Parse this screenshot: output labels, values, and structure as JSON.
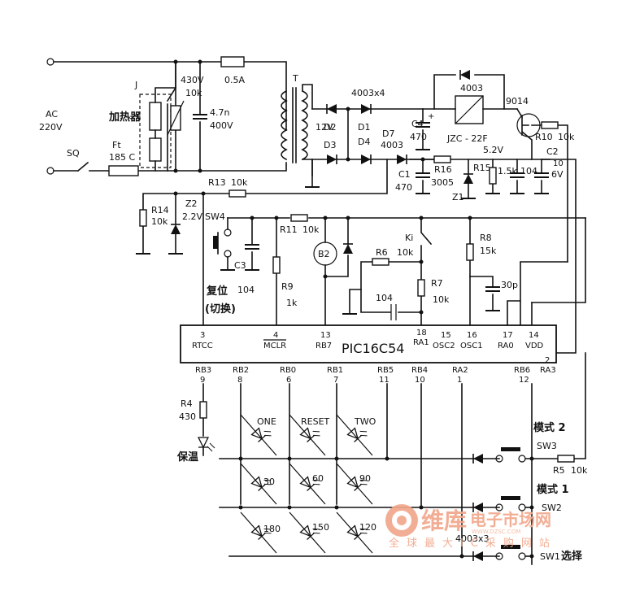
{
  "ic": {
    "name": "PIC16C54"
  },
  "pins": [
    {
      "num": "3",
      "name": "RTCC"
    },
    {
      "num": "4",
      "name": "MCLR"
    },
    {
      "num": "13",
      "name": "RB7"
    },
    {
      "num": "18",
      "name": "RA1"
    },
    {
      "num": "15",
      "name": "OSC2"
    },
    {
      "num": "16",
      "name": "OSC1"
    },
    {
      "num": "17",
      "name": "RA0"
    },
    {
      "num": "14",
      "name": "VDD"
    },
    {
      "num": "2",
      "name": "RA3"
    },
    {
      "num": "9",
      "name": "RB3"
    },
    {
      "num": "8",
      "name": "RB2"
    },
    {
      "num": "6",
      "name": "RB0"
    },
    {
      "num": "7",
      "name": "RB1"
    },
    {
      "num": "11",
      "name": "RB5"
    },
    {
      "num": "10",
      "name": "RB4"
    },
    {
      "num": "1",
      "name": "RA2"
    },
    {
      "num": "12",
      "name": "RB6"
    }
  ],
  "power": {
    "ac": "AC",
    "voltage": "220V",
    "switch": "SQ",
    "fuse_thermal": "Ft",
    "fuse_thermal_temp": "185 C",
    "fuse": "0.5A",
    "relay_contact": "J",
    "heater": "加热器",
    "varistor_v": "430V",
    "varistor_r": "10k",
    "cap_x": "4.7n",
    "cap_x_v": "400V",
    "transformer": "T",
    "secondary": "12V",
    "bridge_part": "4003x4",
    "d1": "D1",
    "d2": "D2",
    "d3": "D3",
    "d4": "D4",
    "d7": "D7",
    "d7_part": "4003",
    "c4": "C4",
    "c4_val": "470",
    "c1": "C1",
    "c1_val": "470",
    "relay": "JZC - 22F",
    "relay_diode": "4003",
    "transistor": "9014",
    "r10": "R10",
    "r10_val": "10k",
    "c2": "C2",
    "c2_val": "10",
    "c2_v": "6V",
    "r16": "R16",
    "r16_val": "3005",
    "r15": "R15",
    "supply": "5.2V",
    "z1": "Z1",
    "r15_val": "1.5k",
    "cap_104": "104",
    "r13": "R13",
    "r13_val": "10k",
    "r14": "R14",
    "r14_val": "10k",
    "z2": "Z2",
    "z2_val": "2.2V"
  },
  "control": {
    "sw4": "SW4",
    "r11": "R11",
    "r11_val": "10k",
    "buzzer": "B2",
    "c3": "C3",
    "c3_val": "104",
    "r9": "R9",
    "r9_val": "1k",
    "reset_label": "复位",
    "switch_label": "(切换)",
    "relay_contact": "Ki",
    "r6": "R6",
    "r6_val": "10k",
    "r7": "R7",
    "r7_val": "10k",
    "cap_104": "104",
    "r8": "R8",
    "r8_val": "15k",
    "cap_30p": "30p"
  },
  "display": {
    "r4": "R4",
    "r4_val": "430",
    "keep_warm": "保温",
    "leds": [
      "ONE",
      "RESET",
      "TWO",
      "30",
      "60",
      "90",
      "180",
      "150",
      "120"
    ],
    "mode2": "模式 2",
    "sw3": "SW3",
    "r5": "R5",
    "r5_val": "10k",
    "mode1": "模式 1",
    "sw2": "SW2",
    "diodes": "4003x3",
    "sw1": "SW1",
    "select": "选择"
  },
  "watermark": {
    "brand": "维库",
    "line1": "电子市场网",
    "line2": "全球最大IC采购网站",
    "url": "WWW.DZSC.COM"
  }
}
